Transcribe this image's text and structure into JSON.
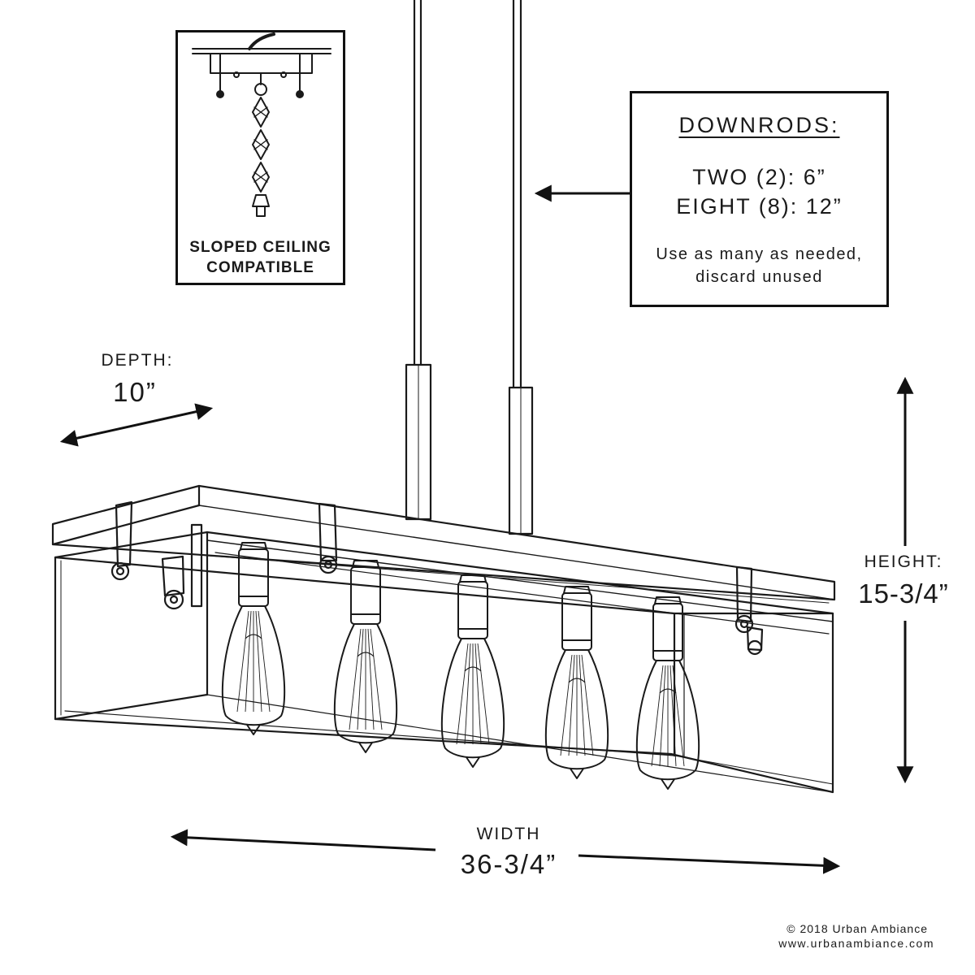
{
  "inset": {
    "line1": "SLOPED CEILING",
    "line2": "COMPATIBLE"
  },
  "downrods": {
    "title": "DOWNRODS:",
    "line1": "TWO (2): 6”",
    "line2": "EIGHT (8): 12”",
    "note1": "Use as many as needed,",
    "note2": "discard unused"
  },
  "dimensions": {
    "depth_label": "DEPTH:",
    "depth_value": "10”",
    "height_label": "HEIGHT:",
    "height_value": "15-3/4”",
    "width_label": "WIDTH",
    "width_value": "36-3/4”"
  },
  "footer": {
    "copyright": "© 2018 Urban Ambiance",
    "website": "www.urbanambiance.com"
  },
  "colors": {
    "line": "#1a1a1a",
    "background": "#ffffff"
  },
  "fixture": {
    "bulb_count": 5
  }
}
